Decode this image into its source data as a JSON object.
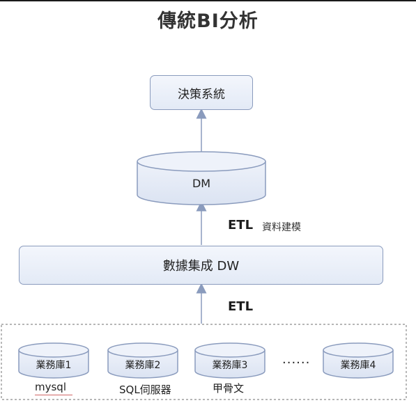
{
  "title": "傳統BI分析",
  "decision_system": "決策系統",
  "dm": "DM",
  "etl_upper": "ETL",
  "etl_upper_note": "資料建模",
  "dw": "數據集成 DW",
  "etl_lower": "ETL",
  "sources": [
    {
      "label": "業務庫1",
      "caption": "mysql"
    },
    {
      "label": "業務庫2",
      "caption": "SQL伺服器"
    },
    {
      "label": "業務庫3",
      "caption": "甲骨文"
    },
    {
      "label": "業務庫4",
      "caption": ""
    }
  ],
  "ellipsis": "......",
  "colors": {
    "box_fill": "#e3eaf6",
    "box_stroke": "#8a9bbd",
    "arrow": "#8a9bbd",
    "dashed_border": "#8a8a8a"
  }
}
